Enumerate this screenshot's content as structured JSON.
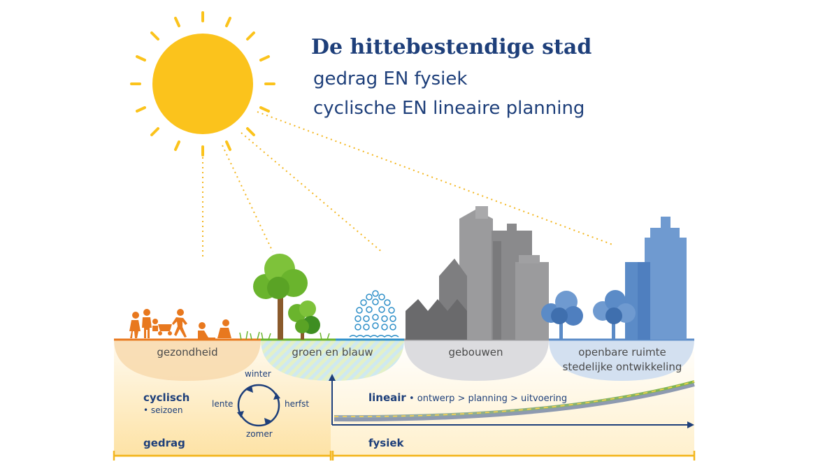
{
  "title": {
    "line1": "De hittebestendige stad",
    "line2": "gedrag EN fysiek",
    "line3": "cyclische EN lineaire planning"
  },
  "zones": {
    "health": "gezondheid",
    "green_blue": "groen en blauw",
    "buildings": "gebouwen",
    "public_space_line1": "openbare ruimte",
    "public_space_line2": "stedelijke ontwikkeling"
  },
  "cycle": {
    "heading": "cyclisch",
    "sub": "• seizoen",
    "winter": "winter",
    "spring": "lente",
    "autumn": "herfst",
    "summer": "zomer"
  },
  "linear": {
    "heading": "lineair",
    "sub": "• ontwerp > planning > uitvoering"
  },
  "axes": {
    "behavior": "gedrag",
    "physical": "fysiek"
  },
  "colors": {
    "title_blue": "#1e3f7a",
    "sun_yellow": "#fbc31c",
    "people_orange": "#e8781e",
    "tree_green": "#6ab42d",
    "building_gray": "#8e8e90",
    "building_blue": "#5b8bc7",
    "ground_tint": "#fde9b8"
  }
}
